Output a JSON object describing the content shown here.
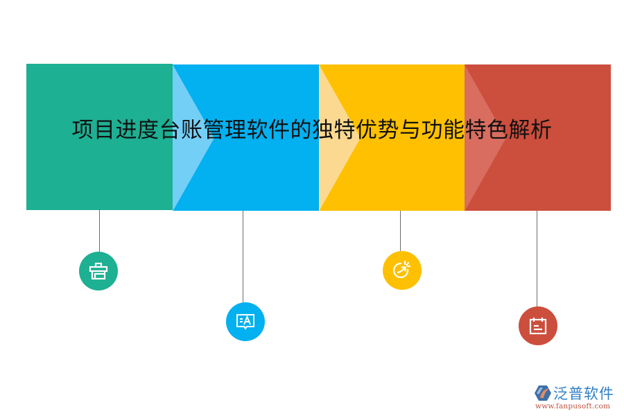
{
  "title": "项目进度台账管理软件的独特优势与功能特色解析",
  "colors": {
    "green": "#1db093",
    "blue": "#03b0f0",
    "yellow": "#fec000",
    "red": "#cc4e3c",
    "stem": "#6b6b6b"
  },
  "steps": [
    {
      "color": "#1db093",
      "icon": "toolbox-icon"
    },
    {
      "color": "#03b0f0",
      "icon": "translate-message-icon"
    },
    {
      "color": "#fec000",
      "icon": "growth-arrow-icon"
    },
    {
      "color": "#cc4e3c",
      "icon": "calendar-icon"
    }
  ],
  "logo": {
    "name": "泛普软件",
    "url": "www.fanpusoft.com"
  }
}
